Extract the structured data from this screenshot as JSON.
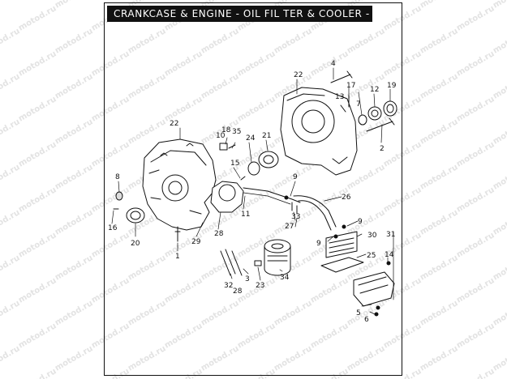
{
  "title": "CRANKCASE & ENGINE - OIL FIL  TER & COOLER - NON JAPAN",
  "watermark": "motod.ru",
  "callouts": {
    "c1": "1",
    "c2": "2",
    "c3": "3",
    "c4": "4",
    "c5": "5",
    "c6": "6",
    "c7": "7",
    "c8": "8",
    "c9a": "9",
    "c9b": "9",
    "c9c": "9",
    "c9d": "9",
    "c10": "10",
    "c11": "11",
    "c12": "12",
    "c13": "13",
    "c14": "14",
    "c15": "15",
    "c16": "16",
    "c17": "17",
    "c18": "18",
    "c19": "19",
    "c20": "20",
    "c21": "21",
    "c22a": "22",
    "c22b": "22",
    "c23": "23",
    "c24": "24",
    "c25": "25",
    "c26": "26",
    "c27": "27",
    "c28a": "28",
    "c28b": "28",
    "c29": "29",
    "c30": "30",
    "c31": "31",
    "c32": "32",
    "c33": "33",
    "c34": "34",
    "c35": "35"
  }
}
